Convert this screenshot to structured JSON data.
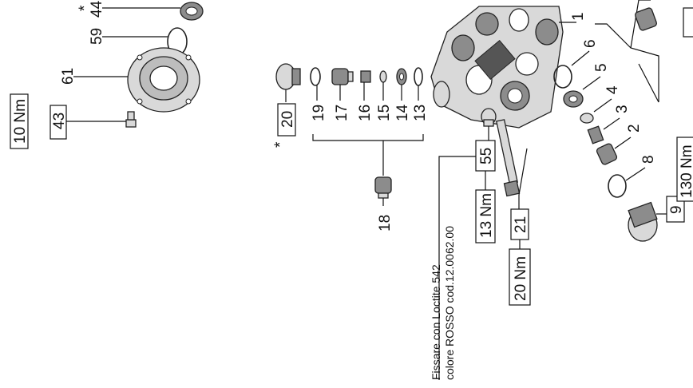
{
  "labels": {
    "p1": "1",
    "p2": "2",
    "p3": "3",
    "p4": "4",
    "p5": "5",
    "p6": "6",
    "p8": "8",
    "p13": "13",
    "p14": "14",
    "p15": "15",
    "p16": "16",
    "p17": "17",
    "p18": "18",
    "p19": "19",
    "p44": "44",
    "p59": "59",
    "p61": "61",
    "star_left": "*",
    "star_mid": "*"
  },
  "boxed": {
    "b20": "20",
    "b21": "21",
    "b43": "43",
    "b55": "55",
    "b9": "9"
  },
  "torques": {
    "t10": "10 Nm",
    "t13": "13 Nm",
    "t20": "20 Nm",
    "t130": "130 Nm"
  },
  "note": {
    "line1": "Fissare  con Loctite 542",
    "line2": "colore ROSSO cod.12.0062.00"
  }
}
